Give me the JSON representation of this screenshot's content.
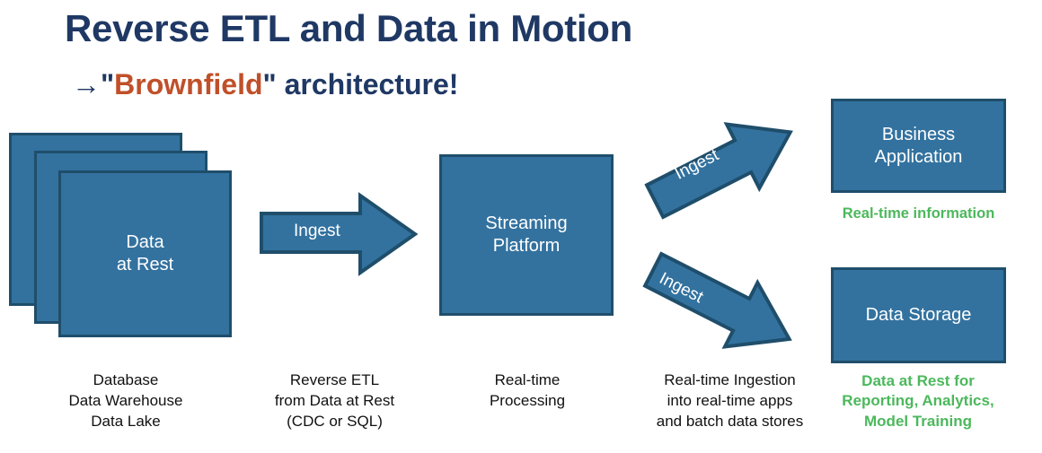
{
  "slide": {
    "title": "Reverse ETL and Data in Motion",
    "subtitle": {
      "arrow": "→",
      "quote_open": "\"",
      "highlight": "Brownfield",
      "quote_close": "\"",
      "rest": " architecture!"
    }
  },
  "colors": {
    "title_navy": "#1F3864",
    "highlight_orange": "#C0502A",
    "box_fill": "#33729F",
    "box_border": "#1F4E6B",
    "box_text": "#FFFFFF",
    "caption_black": "#111111",
    "caption_green": "#4CB85C",
    "background": "#FFFFFF"
  },
  "nodes": {
    "data_at_rest": {
      "label": "Data\nat Rest",
      "caption": "Database\nData Warehouse\nData Lake",
      "stacked_layers": 3
    },
    "streaming_platform": {
      "label": "Streaming\nPlatform",
      "caption": "Real-time\nProcessing"
    },
    "business_application": {
      "label": "Business\nApplication",
      "caption_green": "Real-time information"
    },
    "data_storage": {
      "label": "Data Storage",
      "caption_green": "Data at Rest for\nReporting, Analytics,\nModel Training"
    }
  },
  "arrows": {
    "ingest_horizontal": {
      "label": "Ingest",
      "caption": "Reverse ETL\nfrom Data at Rest\n(CDC or SQL)",
      "direction": "right"
    },
    "ingest_up": {
      "label": "Ingest",
      "direction": "up-right"
    },
    "ingest_down": {
      "label": "Ingest",
      "caption": "Real-time Ingestion\ninto real-time apps\nand batch data stores",
      "direction": "down-right"
    }
  }
}
